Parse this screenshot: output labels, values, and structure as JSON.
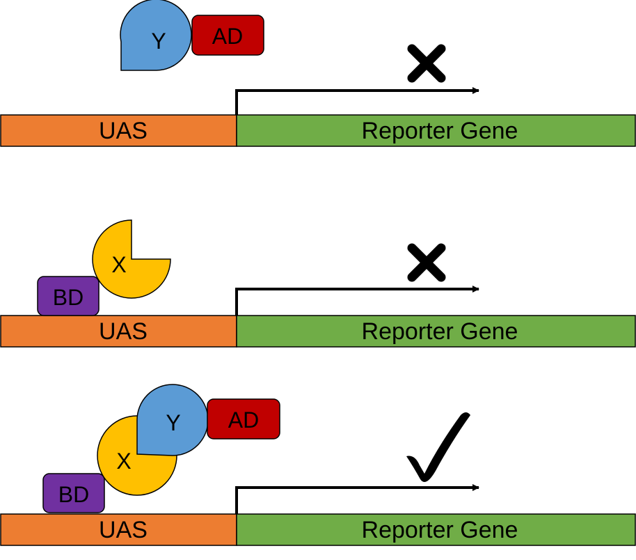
{
  "colors": {
    "uas": "#ed7d31",
    "reporter": "#70ad47",
    "protein_y": "#5b9bd5",
    "protein_x": "#ffc000",
    "ad": "#c00000",
    "bd": "#7030a0",
    "outline": "#000000"
  },
  "panels": [
    {
      "uas_label": "UAS",
      "gene_label": "Reporter Gene",
      "outcome": "cross-icon",
      "proteins": {
        "y_label": "Y",
        "ad_label": "AD"
      }
    },
    {
      "uas_label": "UAS",
      "gene_label": "Reporter Gene",
      "outcome": "cross-icon",
      "proteins": {
        "x_label": "X",
        "bd_label": "BD"
      }
    },
    {
      "uas_label": "UAS",
      "gene_label": "Reporter Gene",
      "outcome": "check-icon",
      "proteins": {
        "x_label": "X",
        "y_label": "Y",
        "ad_label": "AD",
        "bd_label": "BD"
      }
    }
  ]
}
